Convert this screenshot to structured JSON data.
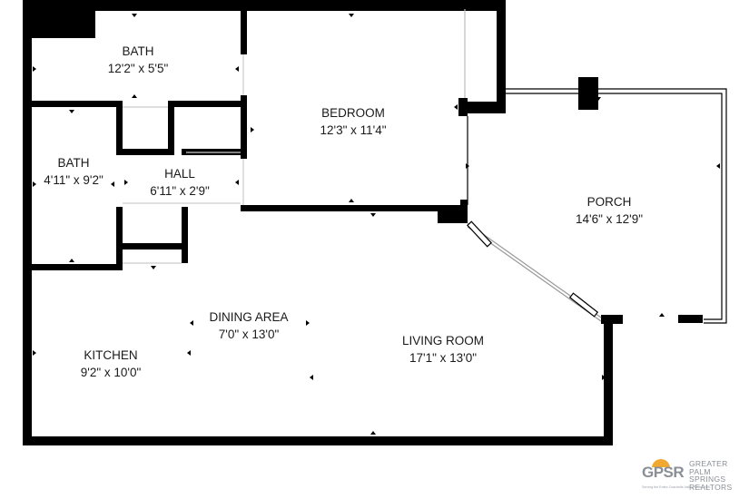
{
  "rooms": [
    {
      "id": "bath_top",
      "name": "BATH",
      "dims": "12'2\" x 5'5\""
    },
    {
      "id": "bedroom",
      "name": "BEDROOM",
      "dims": "12'3\" x 11'4\""
    },
    {
      "id": "bath_left",
      "name": "BATH",
      "dims": "4'11\" x 9'2\""
    },
    {
      "id": "hall",
      "name": "HALL",
      "dims": "6'11\" x 2'9\""
    },
    {
      "id": "porch",
      "name": "PORCH",
      "dims": "14'6\" x 12'9\""
    },
    {
      "id": "dining",
      "name": "DINING AREA",
      "dims": "7'0\" x 13'0\""
    },
    {
      "id": "living",
      "name": "LIVING ROOM",
      "dims": "17'1\" x 13'0\""
    },
    {
      "id": "kitchen",
      "name": "KITCHEN",
      "dims": "9'2\" x 10'0\""
    }
  ],
  "logo": {
    "mark": "GPSR",
    "line1": "GREATER",
    "line2": "PALM SPRINGS",
    "line3": "REALTORS",
    "tagline": "Serving the Entire Coachella Valley Since 1936"
  },
  "colors": {
    "wall": "#000000",
    "thin_wall": "#000000",
    "background": "#ffffff",
    "sun": "#f0a830",
    "logo_text": "#8a8f95"
  }
}
